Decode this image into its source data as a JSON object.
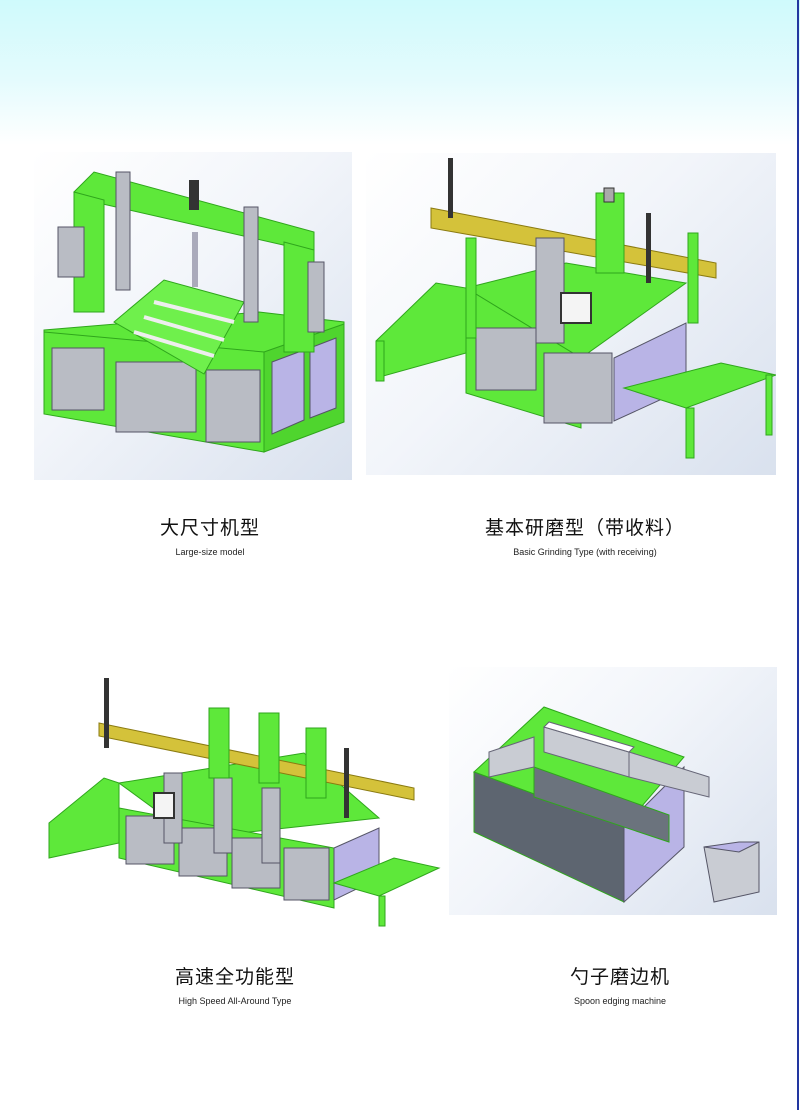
{
  "page": {
    "header_gradient": [
      "#cffafc",
      "#ffffff"
    ],
    "accent_rule_color": "#2236a0"
  },
  "products": [
    {
      "title_zh": "大尺寸机型",
      "title_en": "Large-size model",
      "image": "large-size-machine-render"
    },
    {
      "title_zh": "基本研磨型（带收料）",
      "title_en": "Basic Grinding Type (with receiving)",
      "image": "basic-grinding-machine-render"
    },
    {
      "title_zh": "高速全功能型",
      "title_en": "High Speed All-Around Type",
      "image": "high-speed-machine-render"
    },
    {
      "title_zh": "勺子磨边机",
      "title_en": "Spoon edging machine",
      "image": "spoon-edging-machine-render"
    }
  ],
  "colors": {
    "frame_green": "#5ee83a",
    "frame_green_dark": "#2fa61c",
    "panel_grey": "#b9bcc4",
    "panel_purple": "#b9b4e6",
    "rail_yellow": "#d4c23a",
    "door_dark": "#5d6570"
  }
}
